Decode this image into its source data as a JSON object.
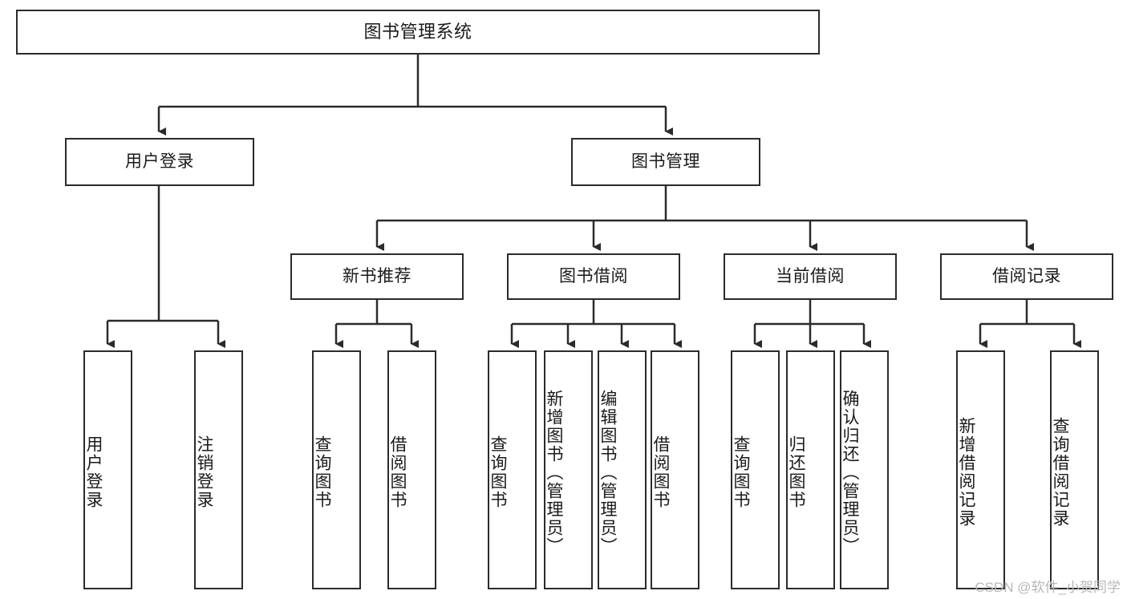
{
  "diagram": {
    "title": "图书管理系统",
    "type": "tree-hierarchy",
    "stroke_color": "#2b2b2b",
    "fill_color": "#ffffff",
    "text_color": "#1a1a1a",
    "watermark": "CSDN @软件_小贺同学",
    "nodes": {
      "root": {
        "label": "图书管理系统"
      },
      "level2": [
        {
          "id": "user-login",
          "label": "用户登录"
        },
        {
          "id": "book-management",
          "label": "图书管理"
        }
      ],
      "level3": [
        {
          "id": "new-book-recommend",
          "label": "新书推荐"
        },
        {
          "id": "book-borrow",
          "label": "图书借阅"
        },
        {
          "id": "current-borrow",
          "label": "当前借阅"
        },
        {
          "id": "borrow-record",
          "label": "借阅记录"
        }
      ],
      "leaves": {
        "user_login": [
          {
            "id": "leaf-user-login",
            "label": "用户登录"
          },
          {
            "id": "leaf-user-logout",
            "label": "注销登录"
          }
        ],
        "new_book_recommend": [
          {
            "id": "leaf-query-book-1",
            "label": "查询图书"
          },
          {
            "id": "leaf-borrow-book-1",
            "label": "借阅图书"
          }
        ],
        "book_borrow": [
          {
            "id": "leaf-query-book-2",
            "label": "查询图书"
          },
          {
            "id": "leaf-add-book",
            "label": "新增图书（管理员）"
          },
          {
            "id": "leaf-edit-book",
            "label": "编辑图书（管理员）"
          },
          {
            "id": "leaf-borrow-book-2",
            "label": "借阅图书"
          }
        ],
        "current_borrow": [
          {
            "id": "leaf-query-book-3",
            "label": "查询图书"
          },
          {
            "id": "leaf-return-book",
            "label": "归还图书"
          },
          {
            "id": "leaf-confirm-return",
            "label": "确认归还（管理员）"
          }
        ],
        "borrow_record": [
          {
            "id": "leaf-add-record",
            "label": "新增借阅记录"
          },
          {
            "id": "leaf-query-record",
            "label": "查询借阅记录"
          }
        ]
      }
    }
  }
}
